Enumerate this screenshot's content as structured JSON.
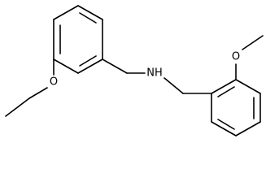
{
  "diagram": {
    "type": "chemical-structure",
    "atom_labels": {
      "ethoxy_oxygen": "O",
      "amine": "NH",
      "methoxy_oxygen": "O"
    },
    "colors": {
      "bond": "#000000",
      "label": "#000000",
      "background": "#ffffff"
    }
  }
}
